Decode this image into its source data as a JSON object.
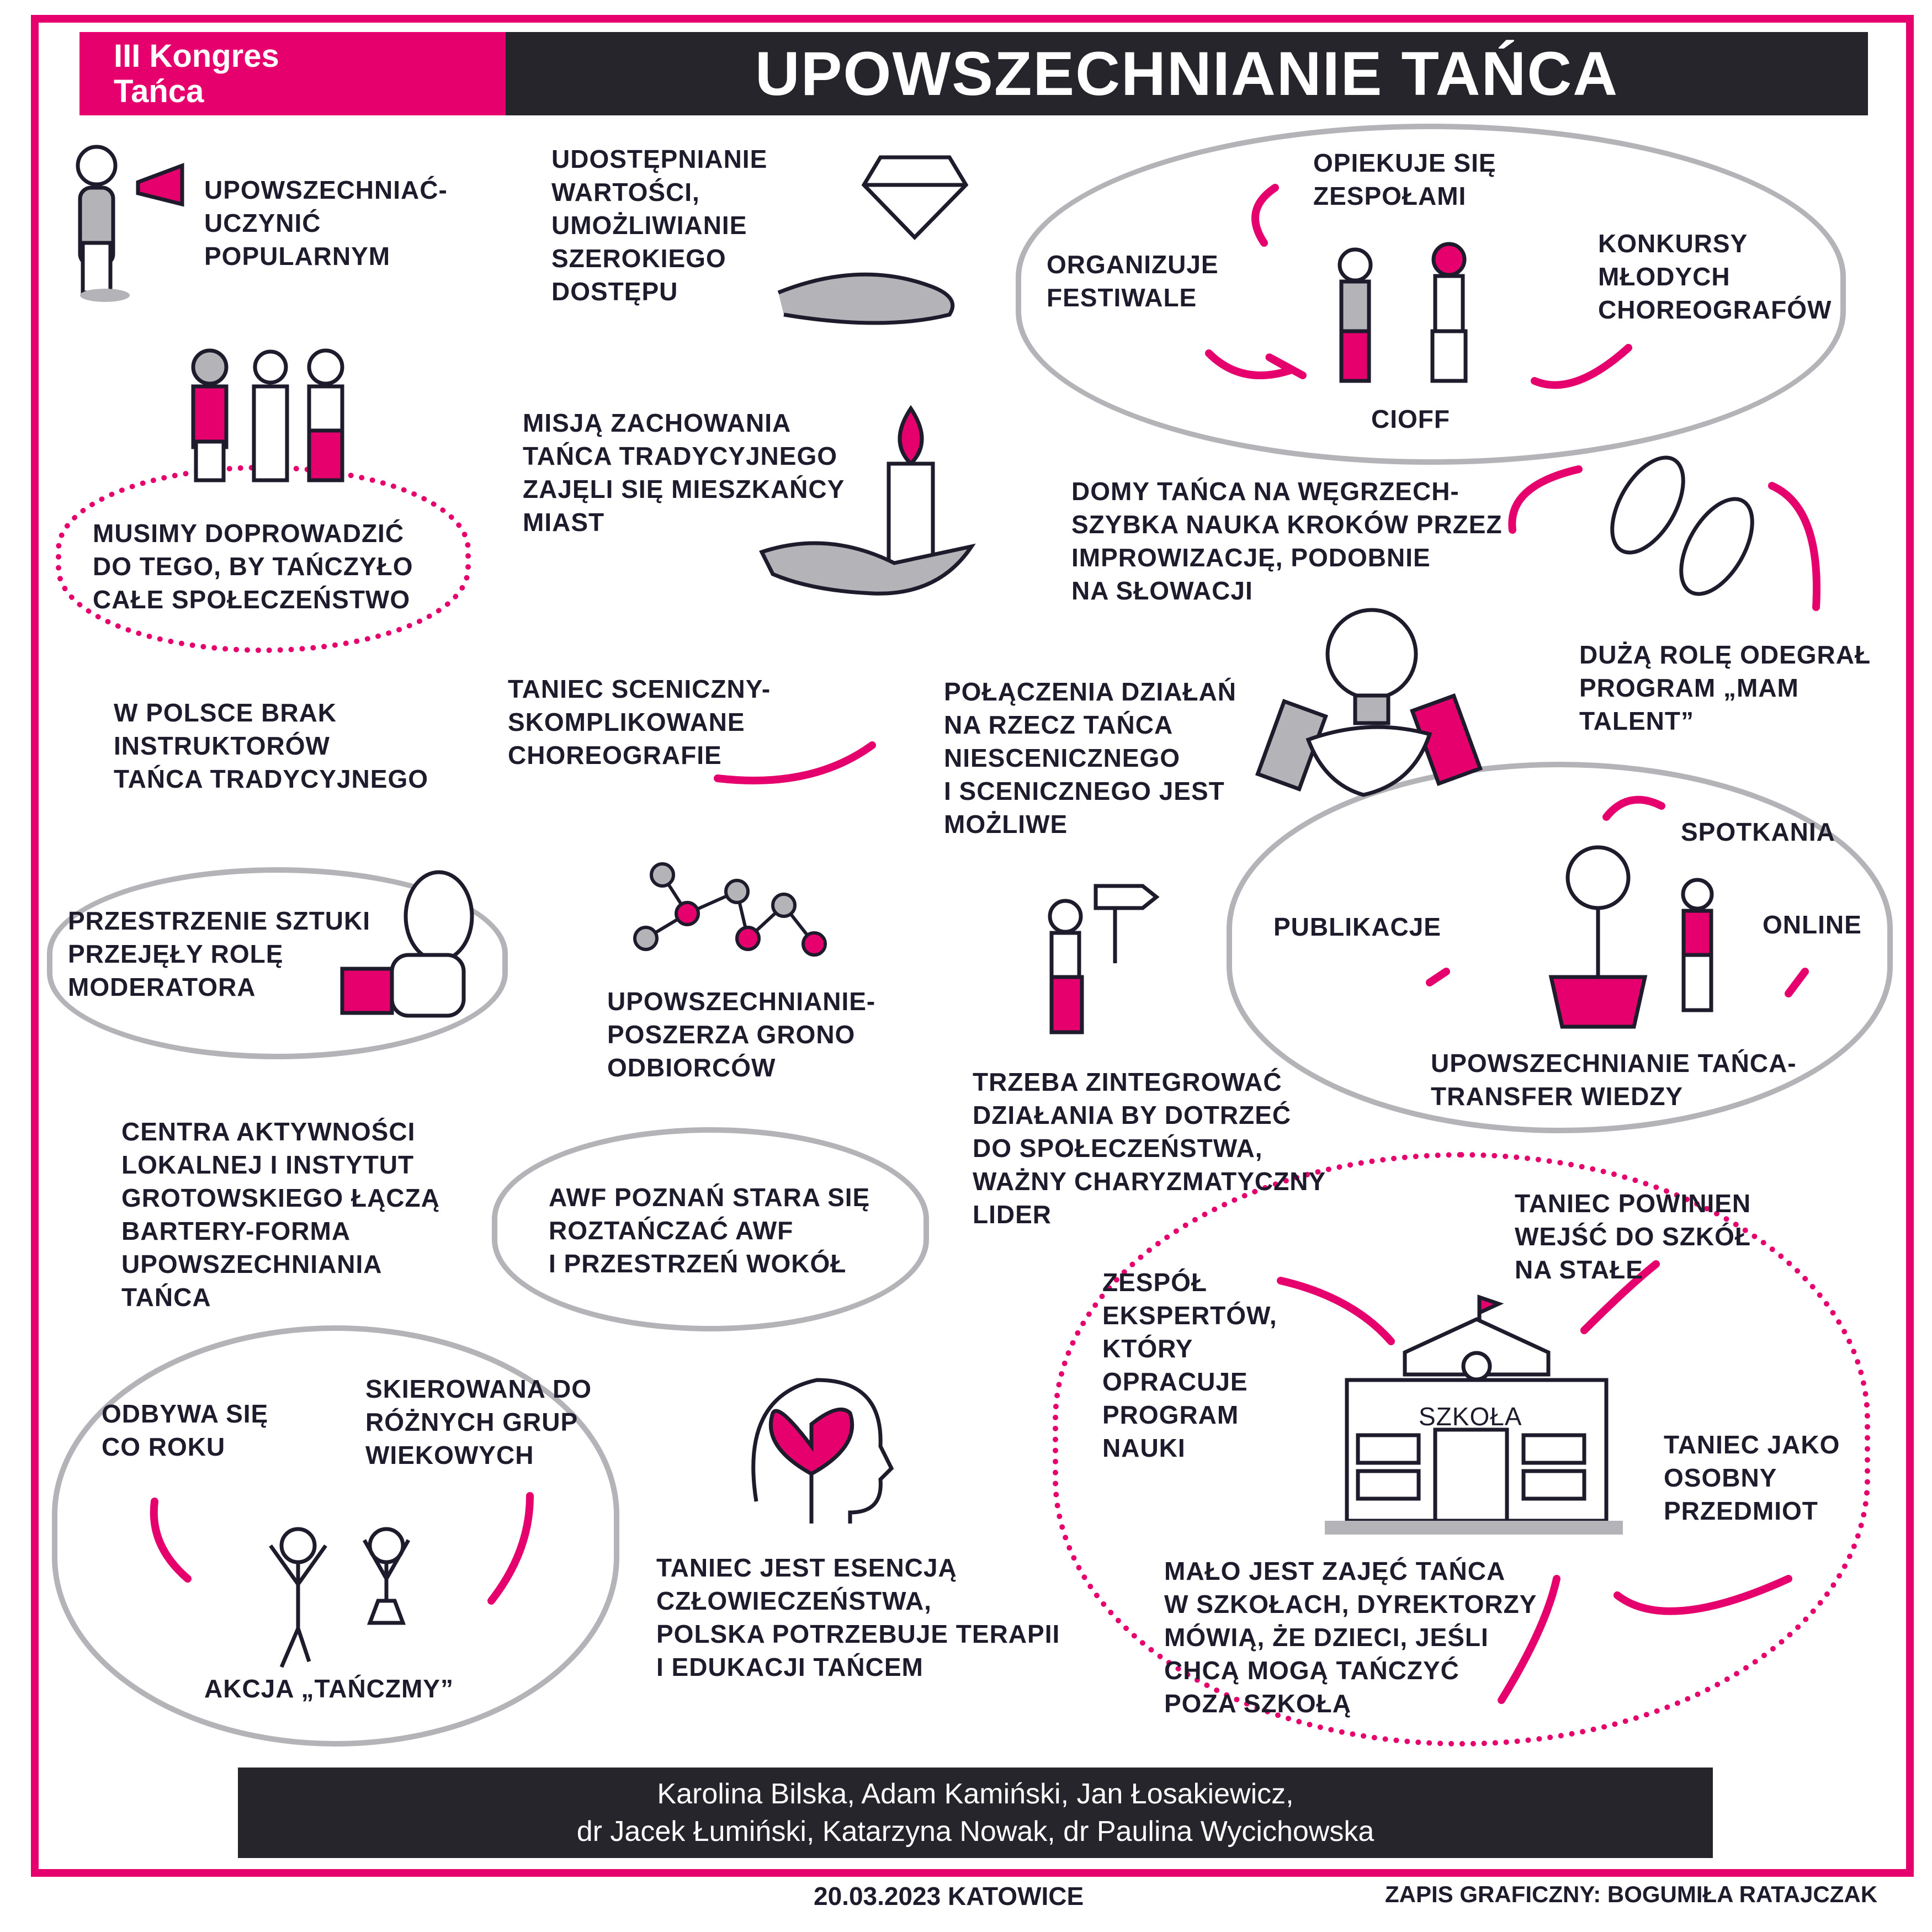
{
  "header": {
    "event": "III Kongres\nTańca",
    "title": "UPOWSZECHNIANIE TAŃCA"
  },
  "notes": {
    "upowszechniac": "upowszechniać-\nuczynić\npopularnym",
    "udostepnianie": "Udostępnianie\nwartości,\numożliwianie\nszerokiego\ndostępu",
    "opiekuje": "Opiekuje się\nzespołami",
    "organizuje": "Organizuje\nfestiwale",
    "konkursy": "Konkursy\nmłodych\nchoreografów",
    "cioff": "CIOFF",
    "misja": "Misją zachowania\ntańca tradycyjnego\nzajęli się mieszkańcy\nmiast",
    "musimy": "Musimy doprowadzić\ndo tego, by tańczyło\ncałe społeczeństwo",
    "domy": "Domy Tańca na Węgrzech-\nszybka nauka kroków przez\nimprowizację, podobnie\nna Słowacji",
    "duza": "Dużą rolę odegrał\nprogram „Mam\nTalent”",
    "wpolsce": "W Polsce brak\ninstruktorów\ntańca tradycyjnego",
    "sceniczny": "Taniec sceniczny-\nskomplikowane\nchoreografie",
    "polaczenia": "Połączenia działań\nna rzecz tańca\nniescenicznego\ni scenicznego jest\nmożliwe",
    "spotkania": "Spotkania",
    "publikacje": "Publikacje",
    "online": "Online",
    "przestrzenie": "Przestrzenie sztuki\nprzejęły rolę\nmoderatora",
    "poszerza": "Upowszechnianie-\nposzerza grono\nodbiorców",
    "transfer": "Upowszechnianie tańca-\ntransfer wiedzy",
    "trzeba": "Trzeba zintegrować\ndziałania by dotrzeć\ndo społeczeństwa,\nważny charyzmatyczny\nlider",
    "centra": "Centra aktywności\nlokalnej i Instytut\nGrotowskiego łączą\nbartery-forma\nupowszechniania\ntańca",
    "awf": "AWF Poznań stara się\nroztańczać AWF\ni przestrzeń wokół",
    "powinien": "Taniec powinien\nwejść do szkół\nna stałe",
    "zespol": "Zespół\nekspertów,\nktóry\nopracuje\nprogram\nnauki",
    "odbywa": "Odbywa się\nco roku",
    "skierowana": "Skierowana do\nróżnych grup\nwiekowych",
    "szkola": "Szkoła",
    "osobny": "Taniec jako\nosobny\nprzedmiot",
    "esencja": "Taniec jest esencją\nczłowieczeństwa,\nPolska potrzebuje terapii\ni edukacji tańcem",
    "malo": "Mało jest zajęć tańca\nw szkołach, dyrektorzy\nmówią, że dzieci, jeśli\nchcą mogą tańczyć\npoza szkołą",
    "akcja": "akcja „Tańczmy”"
  },
  "footer": {
    "line1": "Karolina Bilska, Adam Kamiński, Jan Łosakiewicz,",
    "line2": "dr Jacek Łumiński,  Katarzyna Nowak, dr Paulina Wycichowska"
  },
  "bottom": {
    "date": "20.03.2023  Katowice",
    "credit": "Zapis graficzny: Bogumiła Ratajczak"
  },
  "colors": {
    "accent": "#e5006d",
    "dark": "#26252b",
    "gray": "#b4b4b8"
  }
}
